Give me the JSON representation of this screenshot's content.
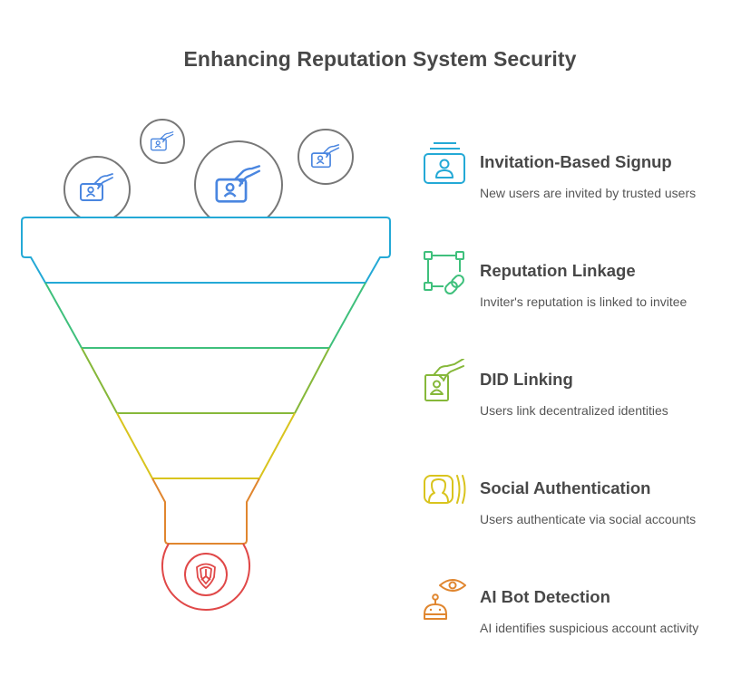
{
  "title": "Enhancing Reputation System Security",
  "colors": {
    "stage1": "#24a9d6",
    "stage2": "#3fc07c",
    "stage3": "#86b83a",
    "stage4": "#d9c41e",
    "stage5": "#e0862f",
    "output": "#e04848",
    "bubble": "#777777",
    "bubble_icon": "#4a86e0",
    "heading": "#484848",
    "text": "#555555"
  },
  "input_bubbles": {
    "count": 4,
    "icon": "hand-with-id-card-icon"
  },
  "output_icon": "shield-icon",
  "items": [
    {
      "heading": "Invitation-Based Signup",
      "description": "New users are invited by trusted users",
      "icon": "id-card-stack-icon",
      "color": "#24a9d6"
    },
    {
      "heading": "Reputation Linkage",
      "description": "Inviter's reputation is linked to invitee",
      "icon": "linked-nodes-icon",
      "color": "#3fc07c"
    },
    {
      "heading": "DID Linking",
      "description": "Users link decentralized identities",
      "icon": "hand-with-id-badge-icon",
      "color": "#86b83a"
    },
    {
      "heading": "Social Authentication",
      "description": "Users authenticate via social accounts",
      "icon": "user-profile-broadcast-icon",
      "color": "#d9c41e"
    },
    {
      "heading": "AI Bot Detection",
      "description": "AI identifies suspicious account activity",
      "icon": "robot-eye-icon",
      "color": "#e0862f"
    }
  ]
}
